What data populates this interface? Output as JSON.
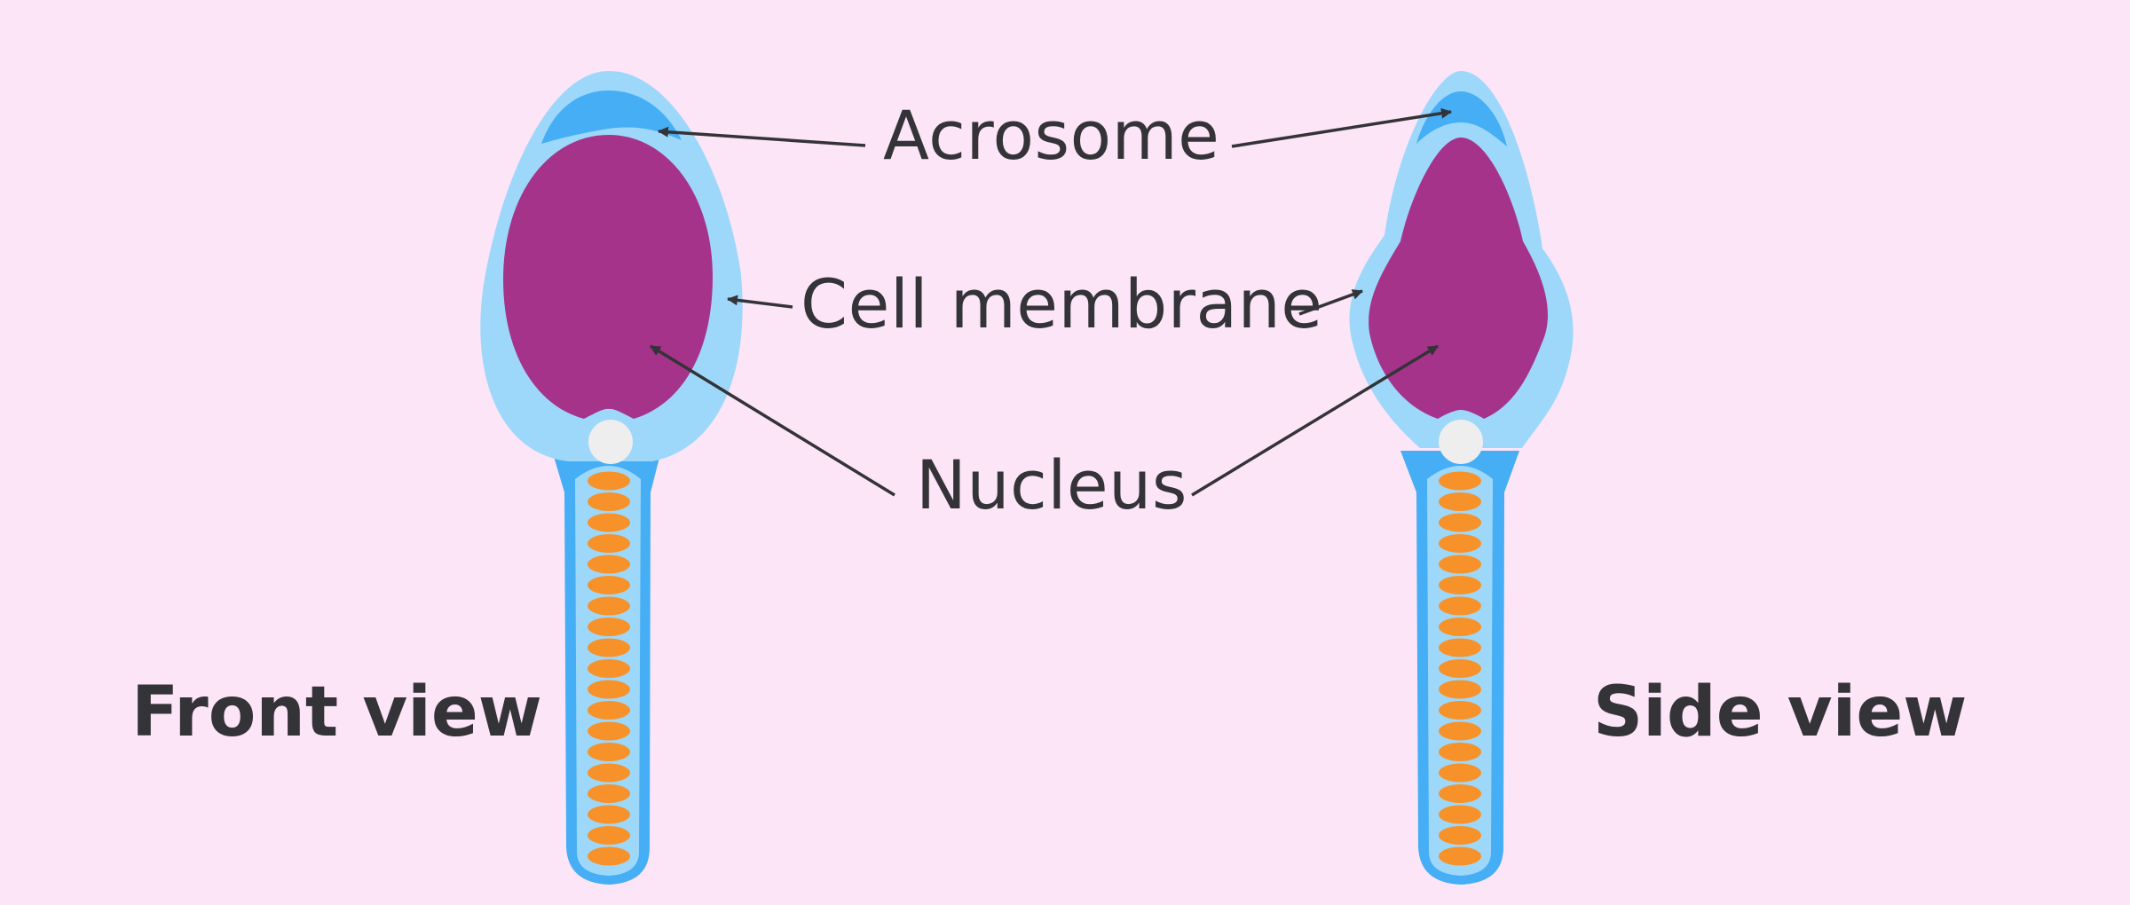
{
  "labels": {
    "acrosome": "Acrosome",
    "cell_membrane": "Cell membrane",
    "nucleus": "Nucleus",
    "front_view": "Front view",
    "side_view": "Side view"
  },
  "colors": {
    "background": "#fde5f8",
    "outer_membrane": "#9dd8fb",
    "acrosome": "#45aef5",
    "nucleus": "#a6338a",
    "centriole": "#eeeeee",
    "mitochondria": "#f7922a",
    "arrow": "#333338",
    "text": "#333338"
  }
}
